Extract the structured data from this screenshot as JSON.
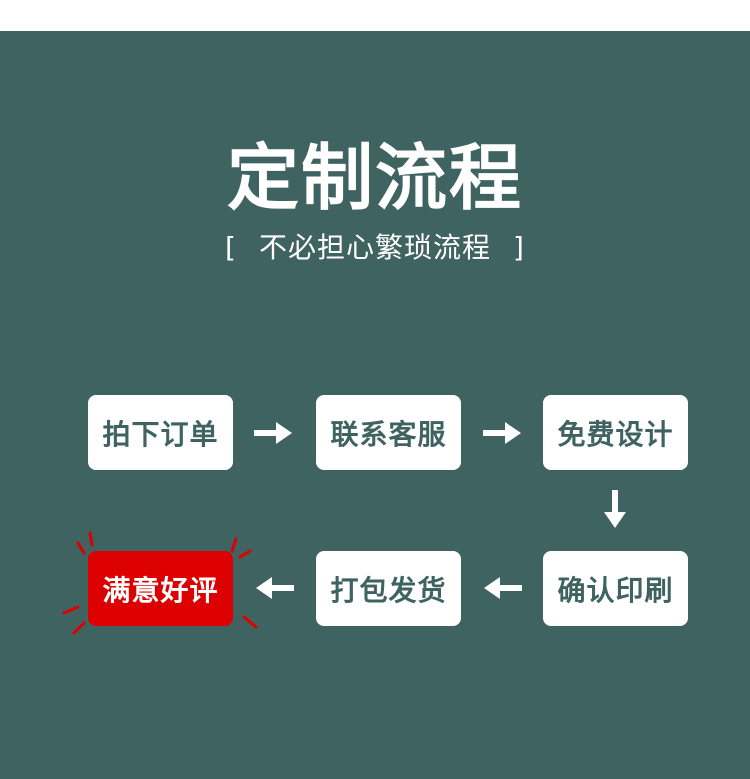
{
  "page": {
    "title": "定制流程",
    "subtitle": {
      "open_bracket": "[",
      "text": "不必担心繁琐流程",
      "close_bracket": "]"
    }
  },
  "colors": {
    "panel_bg": "#3f6360",
    "box_bg": "#ffffff",
    "box_text": "#3f6360",
    "highlight_bg": "#dd0000",
    "highlight_text": "#ffffff"
  },
  "steps": [
    {
      "label": "拍下订单"
    },
    {
      "label": "联系客服"
    },
    {
      "label": "免费设计"
    },
    {
      "label": "确认印刷"
    },
    {
      "label": "打包发货"
    },
    {
      "label": "满意好评"
    }
  ],
  "icons": {
    "arrow_right": "arrow-right-icon",
    "arrow_down": "arrow-down-icon",
    "arrow_left": "arrow-left-icon",
    "burst": "burst-lines-icon"
  }
}
